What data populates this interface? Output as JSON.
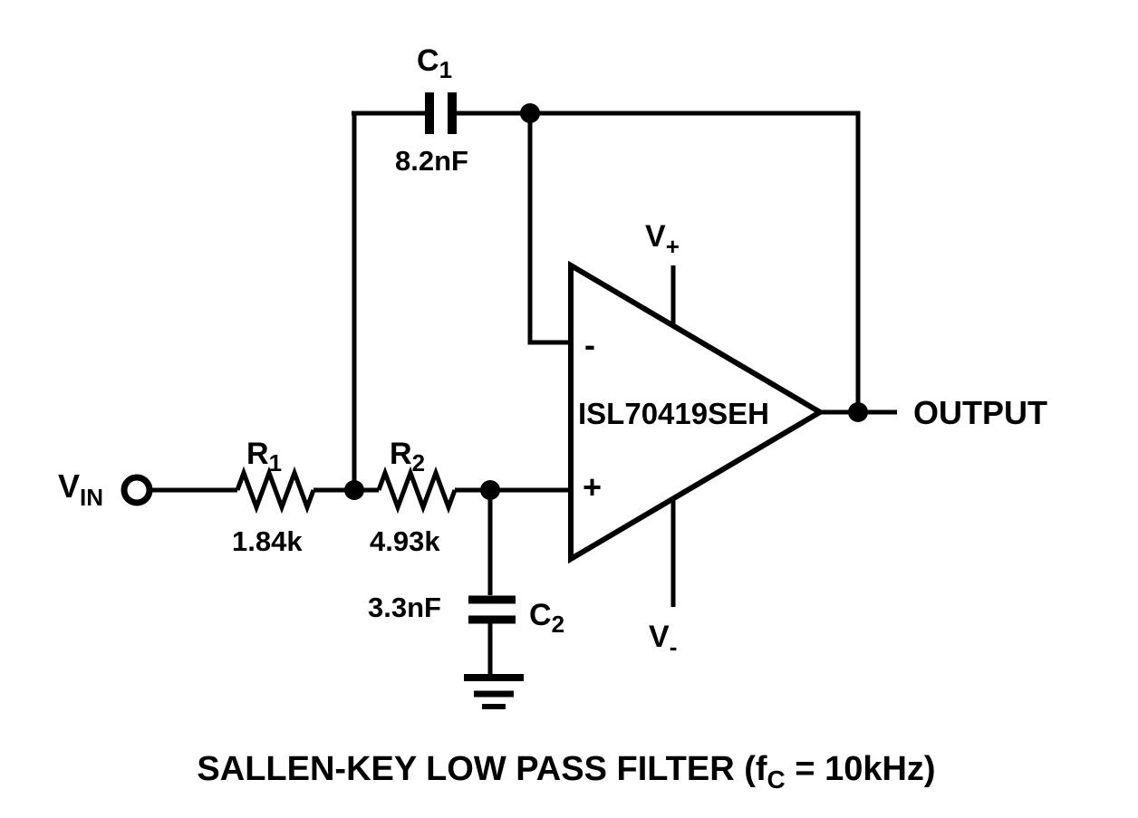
{
  "colors": {
    "line": "#000000",
    "background": "#ffffff"
  },
  "io": {
    "vin": {
      "main": "V",
      "sub": "IN"
    },
    "output": {
      "label": "OUTPUT"
    }
  },
  "supplies": {
    "vplus": {
      "main": "V",
      "sub": "+"
    },
    "vminus": {
      "main": "V",
      "sub": "-"
    }
  },
  "components": {
    "r1": {
      "ref_main": "R",
      "ref_sub": "1",
      "value": "1.84k"
    },
    "r2": {
      "ref_main": "R",
      "ref_sub": "2",
      "value": "4.93k"
    },
    "c1": {
      "ref_main": "C",
      "ref_sub": "1",
      "value": "8.2nF"
    },
    "c2": {
      "ref_main": "C",
      "ref_sub": "2",
      "value": "3.3nF"
    },
    "opamp": {
      "part_number": "ISL70419SEH",
      "inverting_input": "-",
      "noninverting_input": "+"
    }
  },
  "caption": {
    "prefix": "SALLEN-KEY LOW PASS FILTER (f",
    "sub": "C",
    "suffix": " = 10kHz)"
  }
}
